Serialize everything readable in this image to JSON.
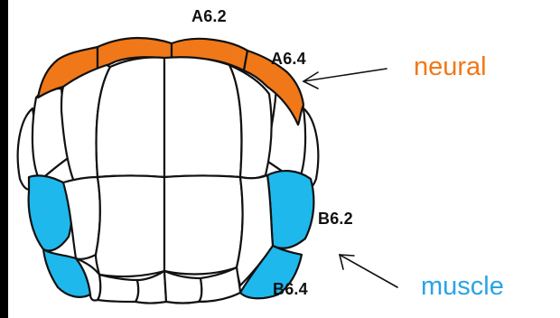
{
  "labels": {
    "a6_2": "A6.2",
    "a6_4": "A6.4",
    "b6_2": "B6.2",
    "b6_4": "B6.4"
  },
  "fates": {
    "neural": {
      "text": "neural",
      "color": "#f07818"
    },
    "muscle": {
      "text": "muscle",
      "color": "#2ba3e6"
    }
  },
  "colors": {
    "neural_cell": "#f07818",
    "muscle_cell": "#1fb8ec",
    "outline": "#111111",
    "unlabeled_cell": "#ffffff"
  }
}
